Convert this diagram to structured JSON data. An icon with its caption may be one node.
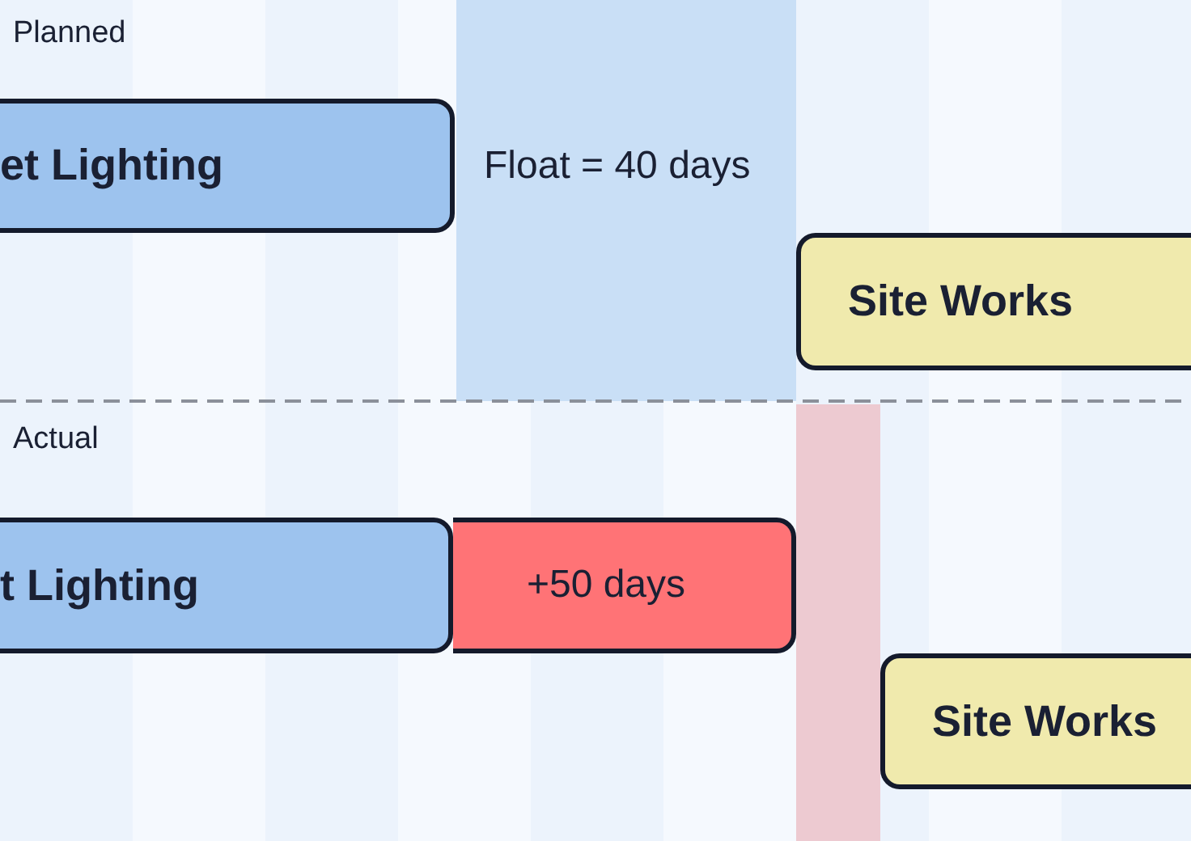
{
  "diagram": {
    "nodes": [
      {
        "text": [
          "et Lighting"
        ]
      },
      {
        "text": [
          "Float = 40 days"
        ]
      },
      {
        "text": [
          "Site Works"
        ]
      },
      {
        "text": [
          "t Lighting"
        ]
      },
      {
        "text": [
          "+50 days"
        ]
      },
      {
        "text": [],
        "shape": "bar"
      },
      {
        "text": [
          "Site Works"
        ]
      }
    ],
    "labels": [
      "Planned",
      "Actual"
    ]
  }
}
